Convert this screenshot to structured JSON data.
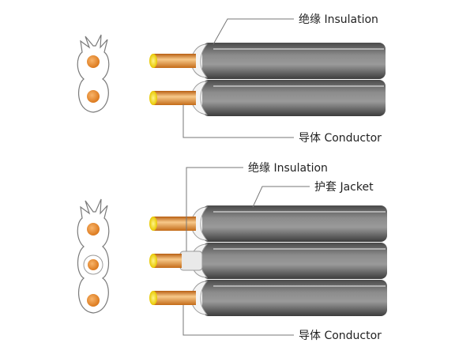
{
  "top_figure": {
    "insulation_label": "绝缘 Insulation",
    "conductor_label": "导体 Conductor"
  },
  "bottom_figure": {
    "insulation_label": "绝缘 Insulation",
    "jacket_label": "护套 Jacket",
    "conductor_label": "导体 Conductor"
  },
  "colors": {
    "sheath_dark": "#3f3f3f",
    "sheath_mid": "#7a7a7a",
    "sheath_light": "#c9c9c9",
    "copper": "#e08a2a",
    "copper_light": "#f7c98a",
    "tip_yellow": "#f2d600",
    "insulation_white": "#f4f4f4"
  }
}
